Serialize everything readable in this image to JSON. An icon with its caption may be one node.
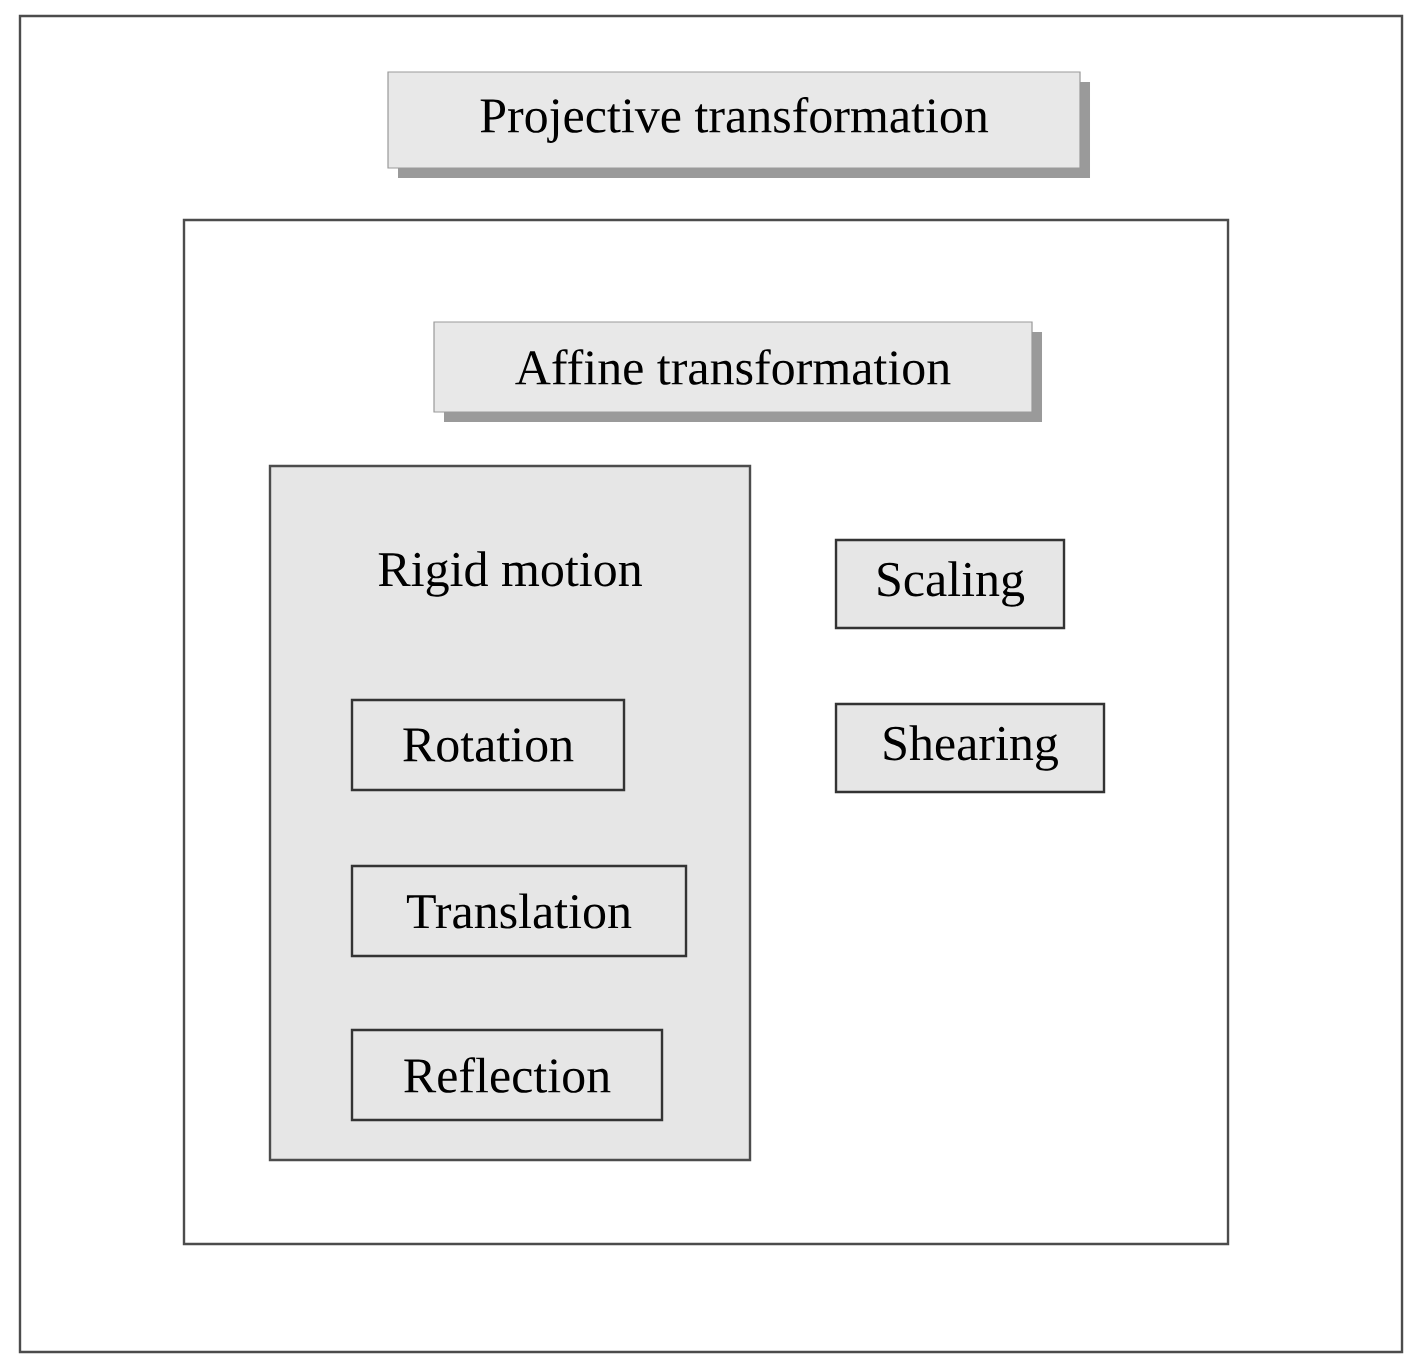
{
  "diagram": {
    "nodes": [
      {
        "text": [
          "Projective transformation"
        ]
      },
      {
        "text": [
          "Affine transformation"
        ],
        "in": 0
      },
      {
        "text": [
          "Rigid motion"
        ],
        "in": 1
      },
      {
        "text": [
          "Rotation"
        ],
        "in": 2
      },
      {
        "text": [
          "Translation"
        ],
        "in": 2
      },
      {
        "text": [
          "Reflection"
        ],
        "in": 2
      },
      {
        "text": [
          "Scaling"
        ],
        "in": 1
      },
      {
        "text": [
          "Shearing"
        ],
        "in": 1
      }
    ]
  }
}
